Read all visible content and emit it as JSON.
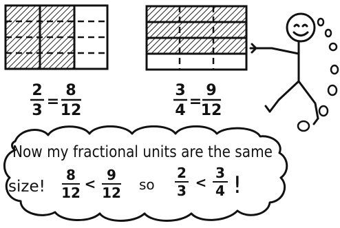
{
  "left_example": {
    "lhs_num": "2",
    "lhs_den": "3",
    "equals": "=",
    "rhs_num": "8",
    "rhs_den": "12",
    "grid_rows": 4,
    "grid_cols": 3,
    "shaded_cols": 2
  },
  "right_example": {
    "lhs_num": "3",
    "lhs_den": "4",
    "equals": "=",
    "rhs_num": "9",
    "rhs_den": "12",
    "grid_rows": 4,
    "grid_cols": 3,
    "shaded_rows": 3
  },
  "bubble": {
    "line1": "Now my fractional units are the same",
    "size_text": "size!",
    "f1_num": "8",
    "f1_den": "12",
    "lt1": "<",
    "f2_num": "9",
    "f2_den": "12",
    "so": "so",
    "f3_num": "2",
    "f3_den": "3",
    "lt2": "<",
    "f4_num": "3",
    "f4_den": "4",
    "bang": "!"
  }
}
